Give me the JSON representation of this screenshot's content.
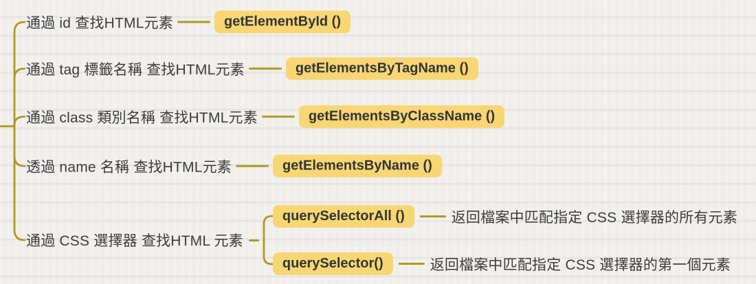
{
  "palette": {
    "background": "#f2f0ed",
    "branch_line": "#b0981f",
    "badge_background": "#f8d674",
    "badge_text": "#303637",
    "label_text": "#3d3d3d"
  },
  "branches": [
    {
      "label": "通過 id 查找HTML元素",
      "method": "getElementById ()"
    },
    {
      "label": "通過 tag 標籤名稱 查找HTML元素",
      "method": "getElementsByTagName ()"
    },
    {
      "label": "通過 class 類別名稱 查找HTML元素",
      "method": "getElementsByClassName ()"
    },
    {
      "label": "透過 name 名稱 查找HTML元素",
      "method": "getElementsByName ()"
    },
    {
      "label": "通過 CSS 選擇器 查找HTML 元素",
      "children": [
        {
          "method": "querySelectorAll ()",
          "description": "返回檔案中匹配指定 CSS 選擇器的所有元素"
        },
        {
          "method": "querySelector()",
          "description": "返回檔案中匹配指定 CSS 選擇器的第一個元素"
        }
      ]
    }
  ]
}
